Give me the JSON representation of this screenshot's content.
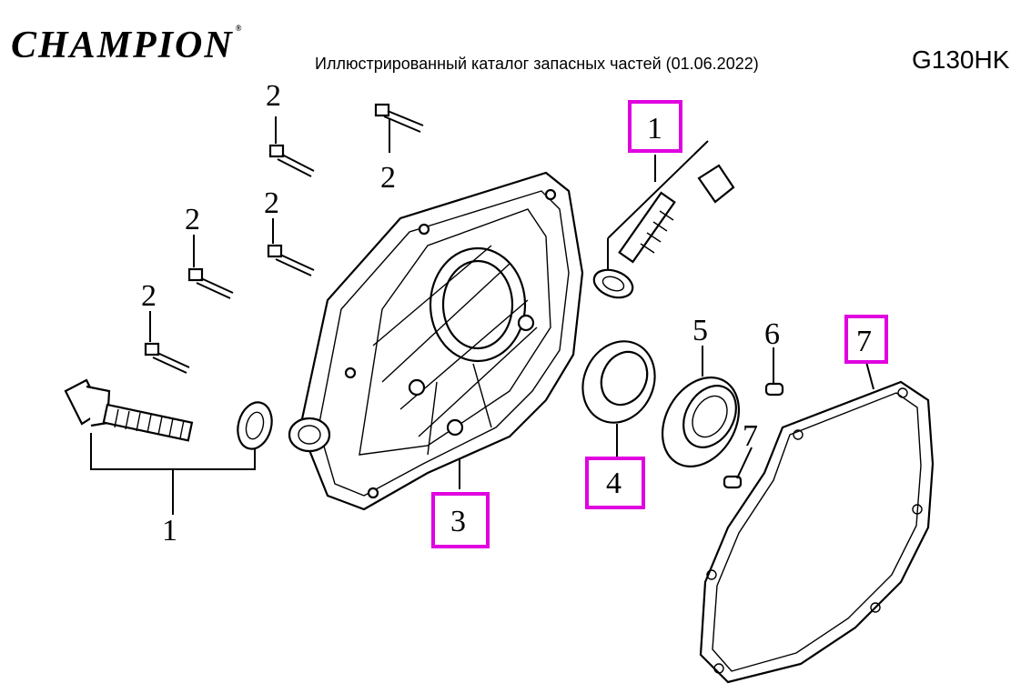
{
  "header": {
    "brand": "CHAMPION",
    "brand_mark": "®",
    "catalog_title": "Иллюстрированный каталог запасных частей (01.06.2022)",
    "model": "G130HK"
  },
  "callouts": {
    "oil_plug_top": "1",
    "oil_plug_left": "1",
    "bolt_a": "2",
    "bolt_b": "2",
    "bolt_c": "2",
    "bolt_d": "2",
    "bolt_e": "2",
    "crankcase_cover": "3",
    "oil_seal": "4",
    "bearing": "5",
    "pin": "6",
    "dowel": "7",
    "gasket": "7"
  },
  "highlight_color": "#e000e0"
}
